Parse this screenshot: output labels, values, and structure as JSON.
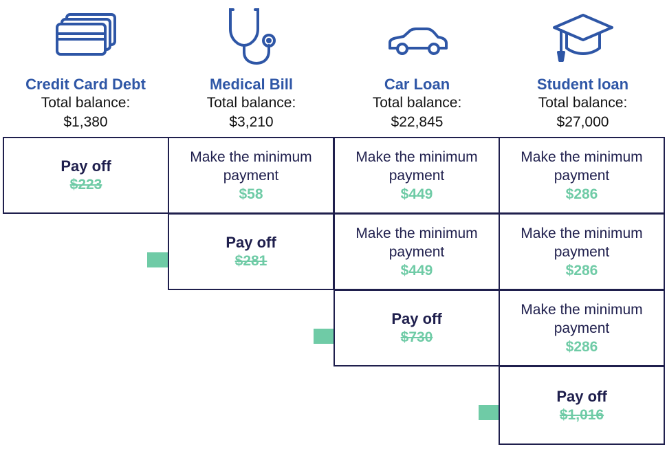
{
  "colors": {
    "blue": "#2e56a6",
    "navy": "#1f1f4d",
    "green": "#6fcba6",
    "text": "#111111"
  },
  "columns": [
    {
      "icon": "credit-card-icon",
      "name": "Credit Card Debt",
      "balance_label": "Total balance:",
      "balance": "$1,380"
    },
    {
      "icon": "stethoscope-icon",
      "name": "Medical Bill",
      "balance_label": "Total balance:",
      "balance": "$3,210"
    },
    {
      "icon": "car-icon",
      "name": "Car Loan",
      "balance_label": "Total balance:",
      "balance": "$22,845"
    },
    {
      "icon": "graduation-cap-icon",
      "name": "Student loan",
      "balance_label": "Total balance:",
      "balance": "$27,000"
    }
  ],
  "rows": [
    {
      "cells": [
        {
          "kind": "payoff",
          "title": "Pay off",
          "amount": "$223"
        },
        {
          "kind": "minimum",
          "line1": "Make the minimum",
          "line2": "payment",
          "amount": "$58"
        },
        {
          "kind": "minimum",
          "line1": "Make the minimum",
          "line2": "payment",
          "amount": "$449"
        },
        {
          "kind": "minimum",
          "line1": "Make the minimum",
          "line2": "payment",
          "amount": "$286"
        }
      ]
    },
    {
      "cells": [
        {
          "kind": "payoff",
          "title": "Pay off",
          "amount": "$281"
        },
        {
          "kind": "minimum",
          "line1": "Make the minimum",
          "line2": "payment",
          "amount": "$449"
        },
        {
          "kind": "minimum",
          "line1": "Make the minimum",
          "line2": "payment",
          "amount": "$286"
        }
      ]
    },
    {
      "cells": [
        {
          "kind": "payoff",
          "title": "Pay off",
          "amount": "$730"
        },
        {
          "kind": "minimum",
          "line1": "Make the minimum",
          "line2": "payment",
          "amount": "$286"
        }
      ]
    },
    {
      "cells": [
        {
          "kind": "payoff",
          "title": "Pay off",
          "amount": "$1,016"
        }
      ]
    }
  ]
}
